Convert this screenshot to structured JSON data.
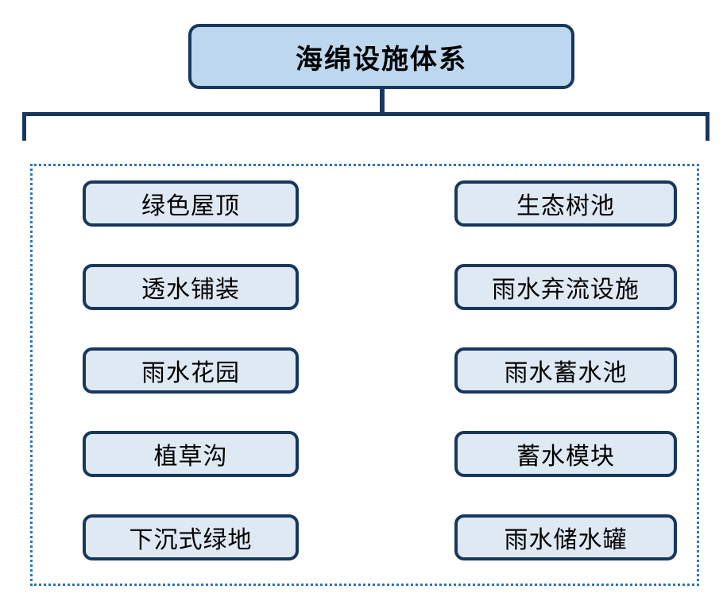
{
  "diagram": {
    "title": "海绵设施体系",
    "groups": {
      "left": [
        "绿色屋顶",
        "透水铺装",
        "雨水花园",
        "植草沟",
        "下沉式绿地"
      ],
      "right": [
        "生态树池",
        "雨水弃流设施",
        "雨水蓄水池",
        "蓄水模块",
        "雨水储水罐"
      ]
    }
  },
  "colors": {
    "title_fill": "#bcd7ee",
    "node_fill": "#dfe9f3",
    "node_border": "#17375e",
    "connector": "#17375e",
    "dotted_container_border": "#2e74b5",
    "text": "#000000",
    "background": "#ffffff"
  }
}
